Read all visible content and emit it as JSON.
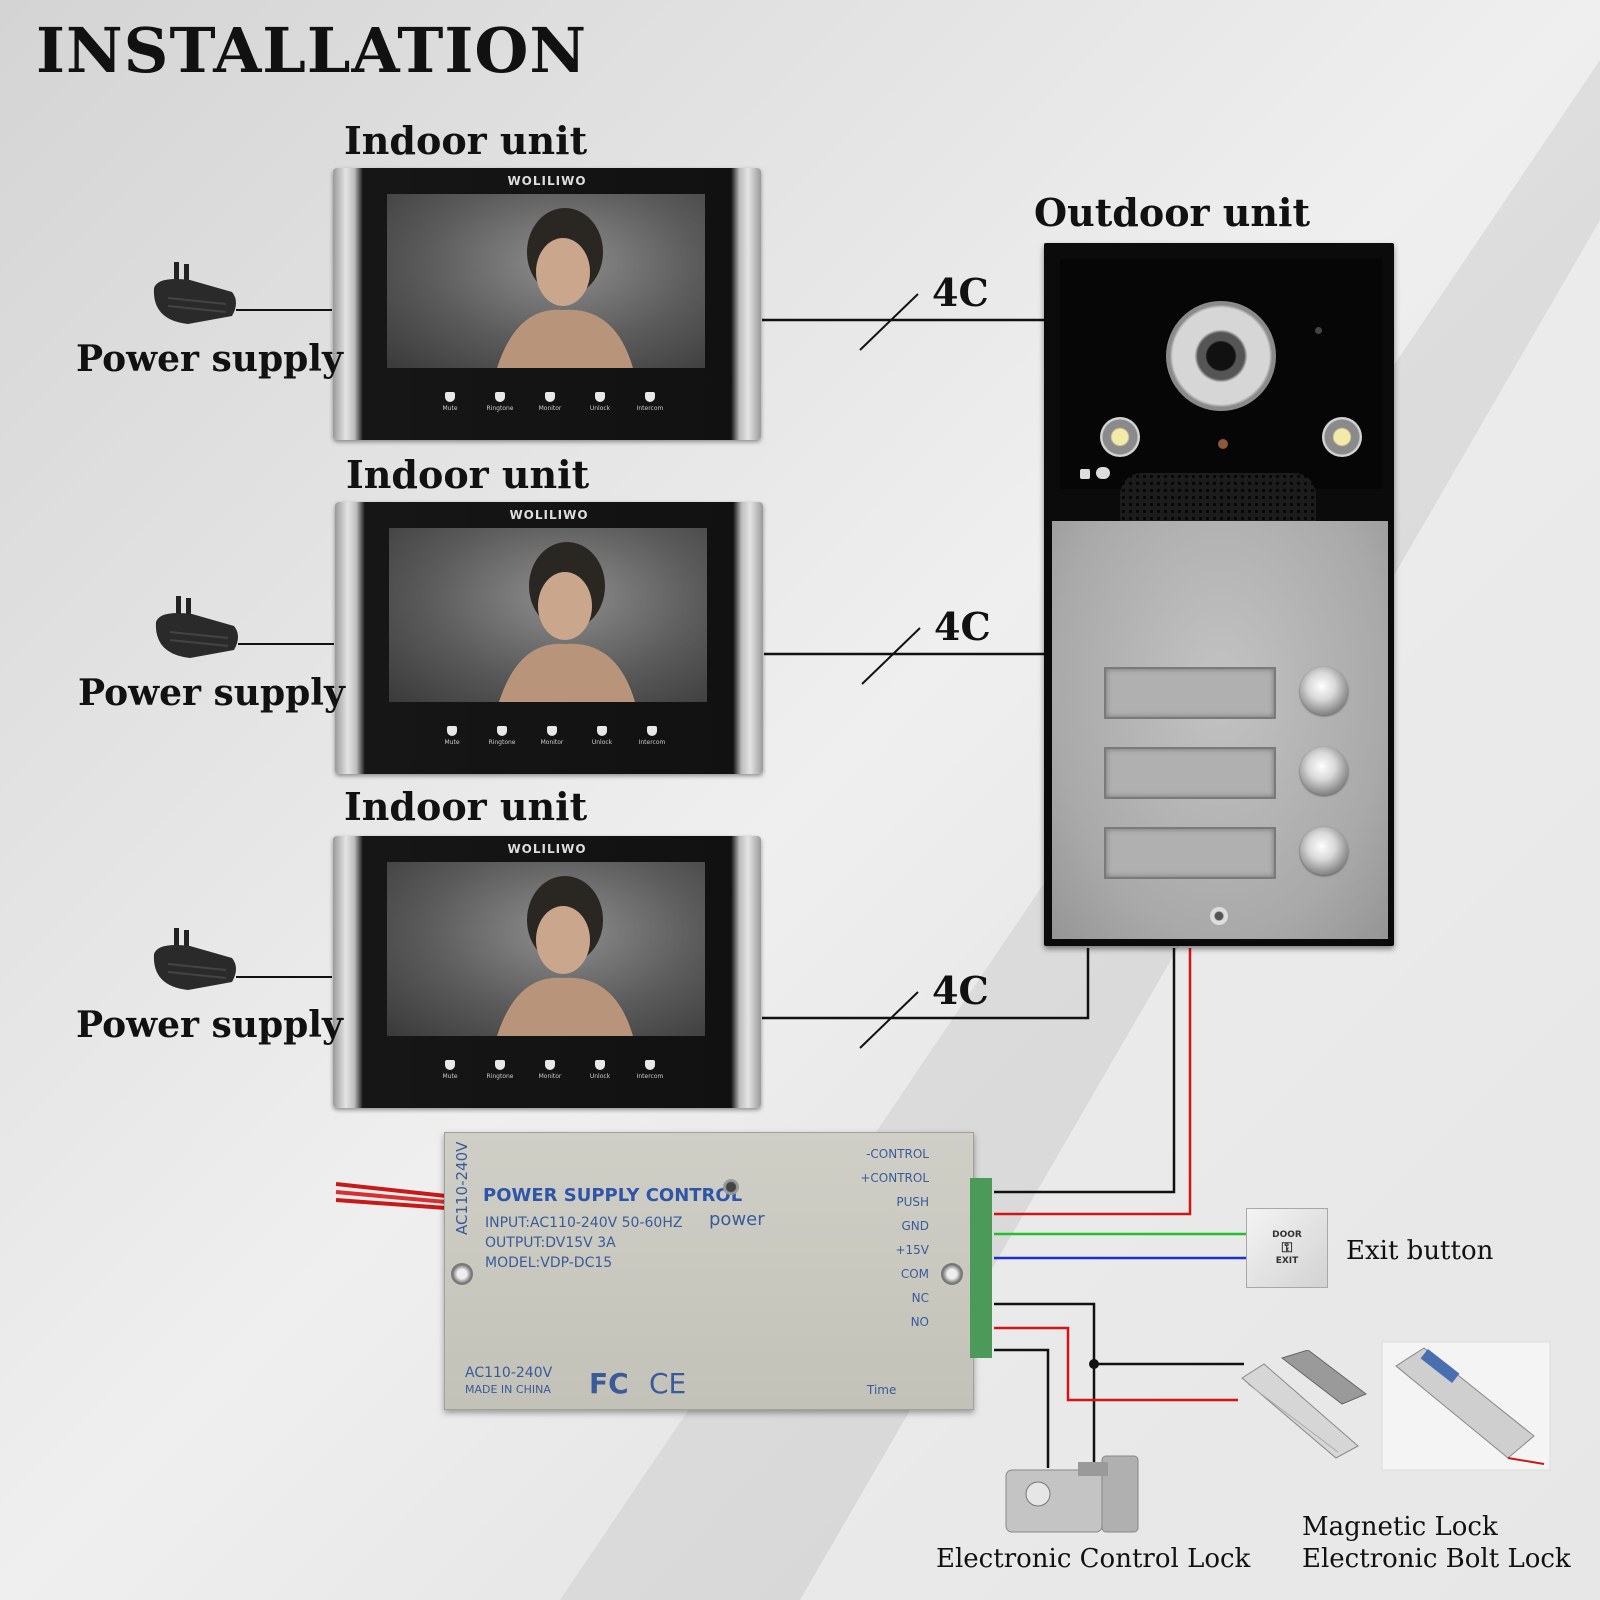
{
  "title": "INSTALLATION",
  "indoor_units": [
    {
      "label": "Indoor unit",
      "brand": "WOLILIWO",
      "buttons": [
        "Mute",
        "Ringtone",
        "Monitor",
        "Unlock",
        "Intercom"
      ],
      "power_label": "Power supply",
      "wire_label": "4C"
    },
    {
      "label": "Indoor unit",
      "brand": "WOLILIWO",
      "buttons": [
        "Mute",
        "Ringtone",
        "Monitor",
        "Unlock",
        "Intercom"
      ],
      "power_label": "Power supply",
      "wire_label": "4C"
    },
    {
      "label": "Indoor unit",
      "brand": "WOLILIWO",
      "buttons": [
        "Mute",
        "Ringtone",
        "Monitor",
        "Unlock",
        "Intercom"
      ],
      "power_label": "Power supply",
      "wire_label": "4C"
    }
  ],
  "outdoor_unit": {
    "label": "Outdoor unit",
    "call_buttons": 3
  },
  "power_supply_control": {
    "side_label": "AC110-240V",
    "heading": "POWER SUPPLY CONTROL",
    "input": "INPUT:AC110-240V 50-60HZ",
    "output": "OUTPUT:DV15V 3A",
    "model": "MODEL:VDP-DC15",
    "power": "power",
    "footer_voltage": "AC110-240V",
    "made_in": "MADE IN CHINA",
    "fc": "FC",
    "ce": "CE",
    "time": "Time",
    "terminals": [
      "-CONTROL",
      "+CONTROL",
      "PUSH",
      "GND",
      "+15V",
      "COM",
      "NC",
      "NO"
    ]
  },
  "exit_button": {
    "label": "Exit button",
    "face_top": "DOOR",
    "face_bottom": "EXIT"
  },
  "locks": {
    "electronic_control": "Electronic Control Lock",
    "magnetic": "Magnetic  Lock",
    "electronic_bolt": "Electronic Bolt Lock"
  },
  "wire_colors": {
    "black": "#111111",
    "red": "#d41414",
    "green": "#22c02a",
    "blue": "#1c2fd0"
  }
}
